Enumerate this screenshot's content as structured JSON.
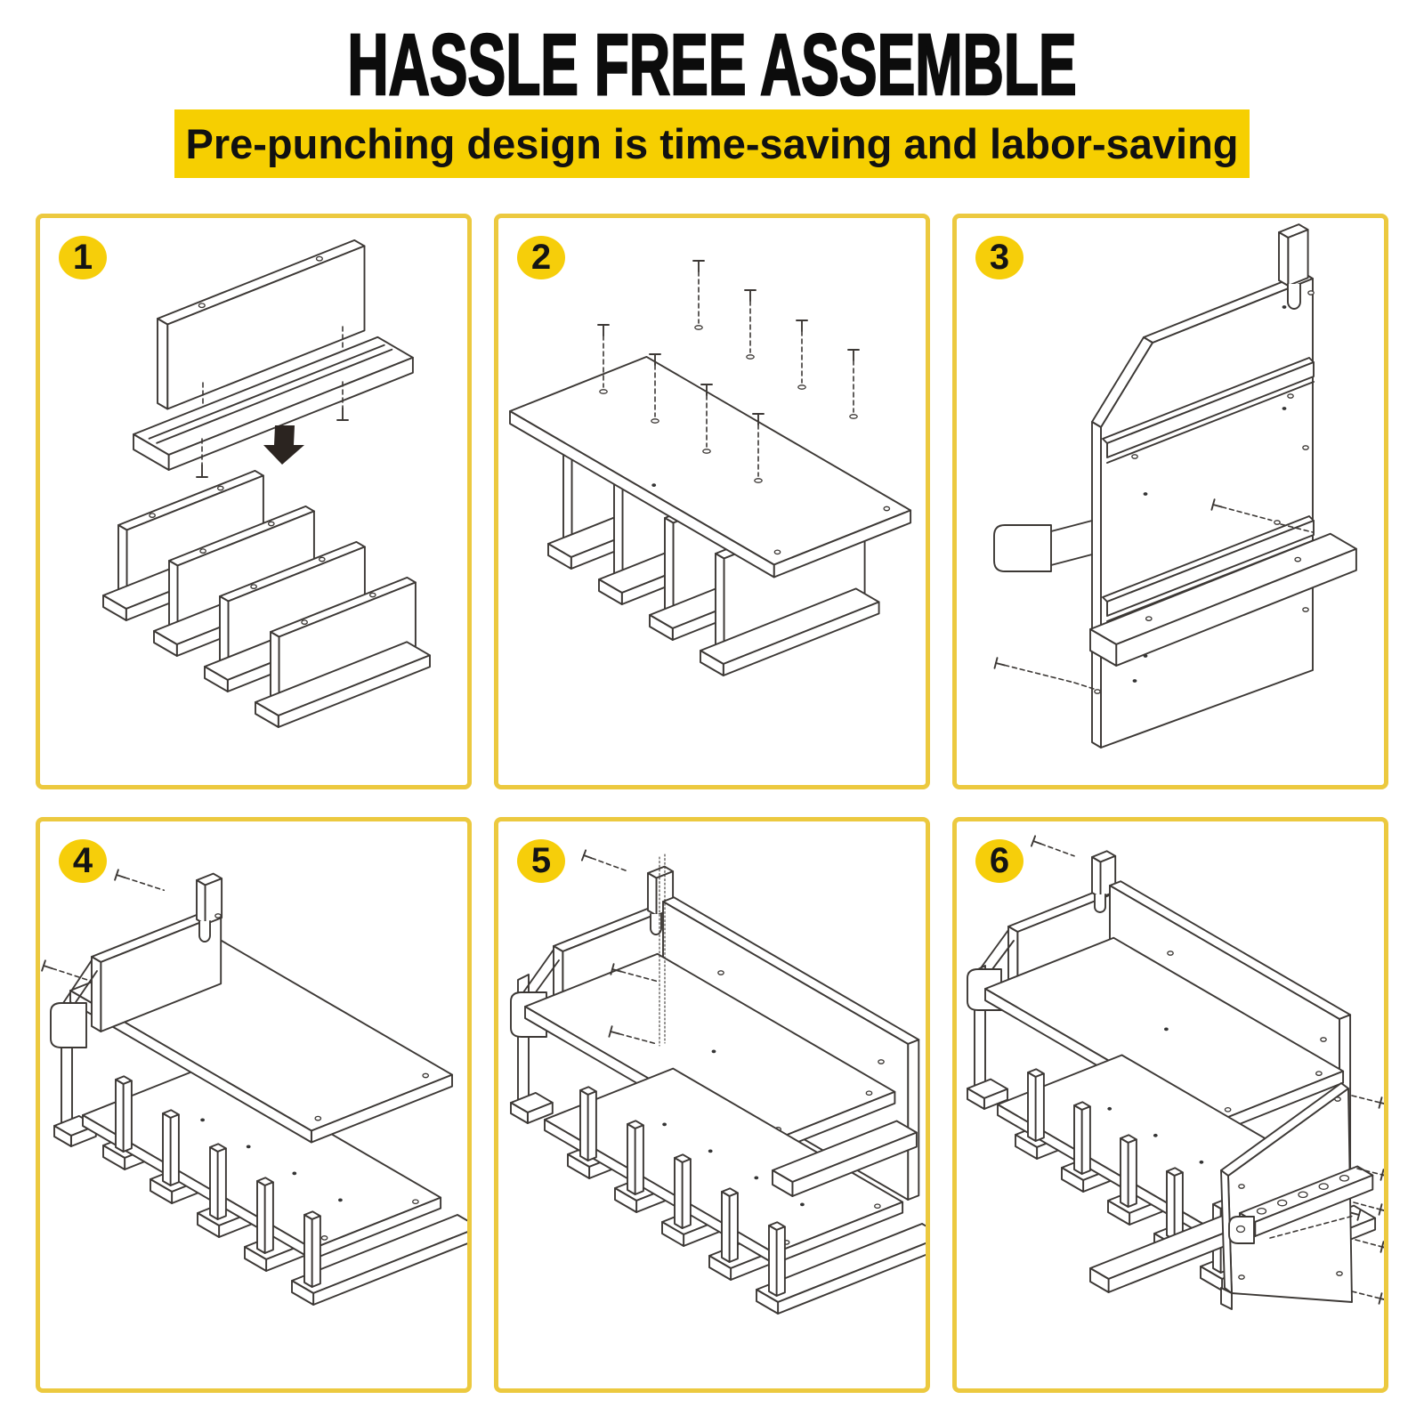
{
  "header": {
    "title": "HASSLE FREE ASSEMBLE",
    "banner": "Pre-punching design is time-saving and labor-saving"
  },
  "steps": [
    {
      "number": "1",
      "icon": "rail-and-divider-parts-diagram",
      "extra_icon": "down-arrow"
    },
    {
      "number": "2",
      "icon": "shelf-screwed-to-dividers-diagram"
    },
    {
      "number": "3",
      "icon": "back-panel-and-bottom-rail-diagram"
    },
    {
      "number": "4",
      "icon": "shelf-attached-to-back-rail-diagram"
    },
    {
      "number": "5",
      "icon": "back-panel-and-top-shelf-assembly-diagram"
    },
    {
      "number": "6",
      "icon": "side-panel-installation-diagram"
    }
  ],
  "colors": {
    "banner_yellow": "#F6CF01",
    "border_yellow": "#ECC93F",
    "badge_yellow": "#F6CE0A",
    "line": "#3C3835",
    "arrow_black": "#2B2420",
    "title_black": "#0C0C0C"
  }
}
